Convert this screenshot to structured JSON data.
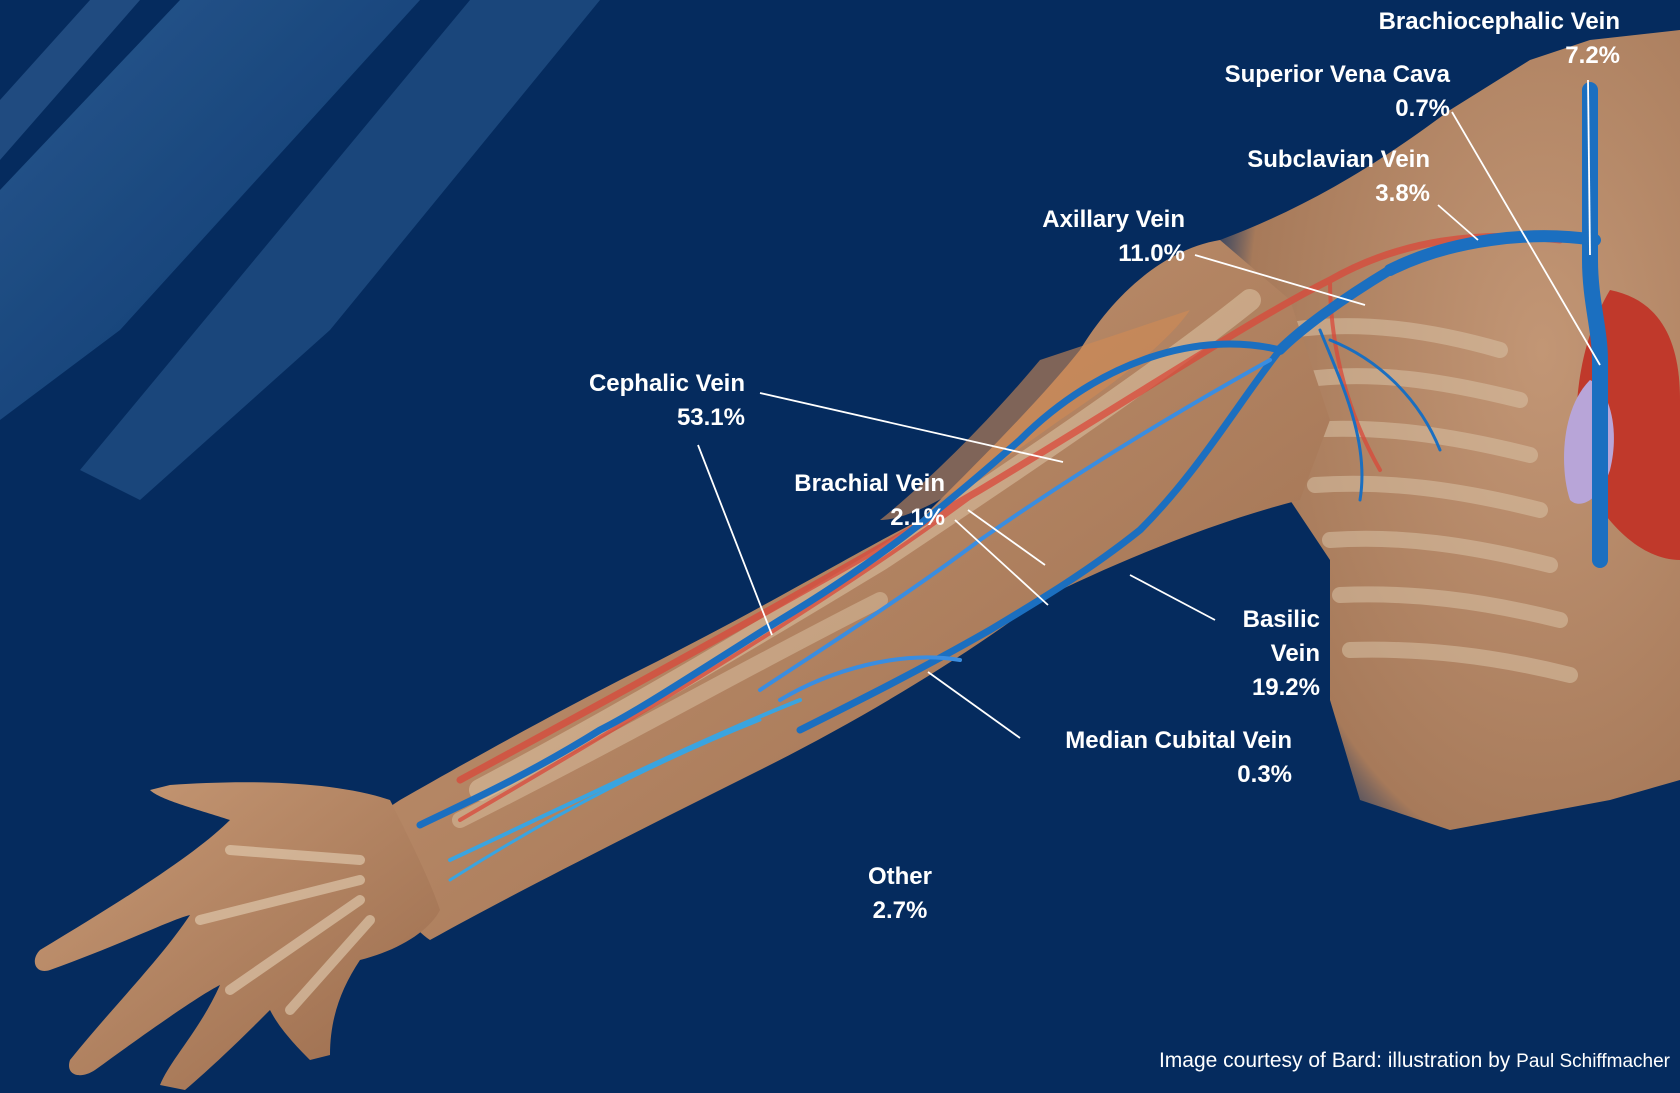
{
  "labels": {
    "brachiocephalic": {
      "name": "Brachiocephalic Vein",
      "pct": "7.2%"
    },
    "svc": {
      "name": "Superior Vena Cava",
      "pct": "0.7%"
    },
    "subclavian": {
      "name": "Subclavian Vein",
      "pct": "3.8%"
    },
    "axillary": {
      "name": "Axillary Vein",
      "pct": "11.0%"
    },
    "cephalic": {
      "name": "Cephalic Vein",
      "pct": "53.1%"
    },
    "brachial": {
      "name": "Brachial Vein",
      "pct": "2.1%"
    },
    "basilic": {
      "name1": "Basilic",
      "name2": "Vein",
      "pct": "19.2%"
    },
    "median_cubital": {
      "name": "Median Cubital Vein",
      "pct": "0.3%"
    },
    "other": {
      "name": "Other",
      "pct": "2.7%"
    }
  },
  "credit": {
    "main": "Image courtesy of Bard:  illustration by",
    "artist": "Paul Schiffmacher"
  },
  "colors": {
    "background": "#052b5e",
    "skin": "#b98a6a",
    "vein": "#1b6fc0",
    "artery": "#d9483a",
    "heart": "#c0392b",
    "leader": "#ffffff"
  }
}
